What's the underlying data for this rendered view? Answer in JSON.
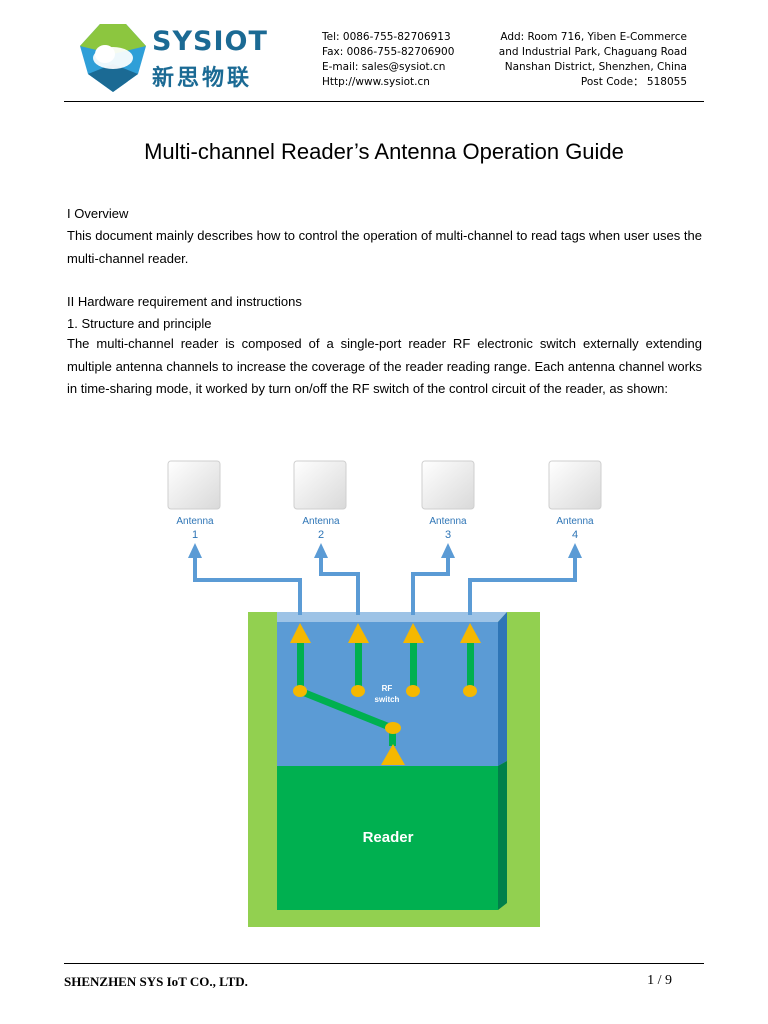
{
  "header": {
    "logo": {
      "name": "SYSIOT",
      "chinese": "新思物联"
    },
    "contact_left": [
      "Tel: 0086-755-82706913",
      "Fax: 0086-755-82706900",
      "E-mail: sales@sysiot.cn",
      "Http://www.sysiot.cn"
    ],
    "contact_right": [
      "Add: Room 716, Yiben E-Commerce",
      "and Industrial Park, Chaguang Road",
      "Nanshan  District,  Shenzhen,  China",
      "Post Code： 518055"
    ]
  },
  "title": "Multi-channel Reader’s Antenna Operation Guide",
  "sections": {
    "overview": {
      "heading": "I    Overview",
      "text": "This document mainly describes how to control the operation of multi-channel to read tags when user uses the multi-channel reader."
    },
    "hardware": {
      "heading": "II    Hardware requirement and instructions",
      "subheading": "1.   Structure and principle",
      "text": "The multi-channel reader is composed of a single-port reader RF electronic switch externally extending multiple antenna channels to increase the coverage of the reader reading range. Each antenna channel works in time-sharing mode, it worked by turn on/off the RF switch of the control circuit of the reader, as shown:"
    }
  },
  "diagram": {
    "antenna_label": "Antenna",
    "antennas": [
      "1",
      "2",
      "3",
      "4"
    ],
    "switch_label_1": "RF",
    "switch_label_2": "switch",
    "reader_label": "Reader",
    "colors": {
      "outer": "#92d050",
      "switch_box": "#5b9bd5",
      "reader": "#00b050",
      "arrow": "#5b9bd5",
      "node": "#f5b800"
    }
  },
  "footer": {
    "company": "SHENZHEN SYS IoT CO., LTD.",
    "page": "1 / 9"
  }
}
